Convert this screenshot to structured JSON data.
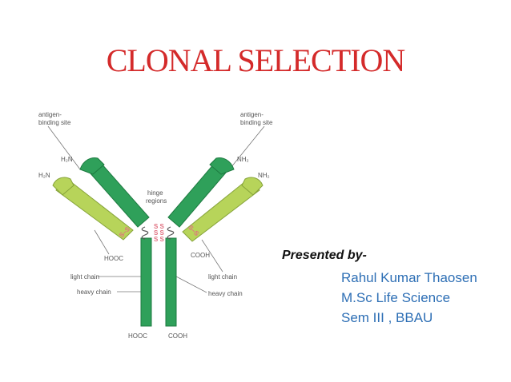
{
  "title": "CLONAL SELECTION",
  "colors": {
    "title": "#d42a2a",
    "heavy_chain": "#2fa05a",
    "heavy_chain_dark": "#1d7a40",
    "light_chain": "#b7d45a",
    "light_chain_dark": "#86a33a",
    "disulfide": "#e07080",
    "label": "#555555",
    "presenter": "#2e6fb5"
  },
  "diagram": {
    "antigen_left": [
      "antigen-",
      "binding site"
    ],
    "antigen_right": [
      "antigen-",
      "binding site"
    ],
    "h2n_heavy": "H₂N",
    "h2n_light": "H₂N",
    "nh2_heavy": "NH₂",
    "nh2_light": "NH₂",
    "hinge": [
      "hinge",
      "regions"
    ],
    "hooc_light": "HOOC",
    "cooh_light": "COOH",
    "hooc_heavy": "HOOC",
    "cooh_heavy": "COOH",
    "light_chain_left": "light chain",
    "light_chain_right": "light chain",
    "heavy_chain_left": "heavy chain",
    "heavy_chain_right": "heavy chain",
    "ss": "S–S",
    "ss_hinge": "S S"
  },
  "presenter": {
    "label": "Presented by-",
    "name": "Rahul Kumar Thaosen",
    "degree": "M.Sc Life Science",
    "sem": "Sem  III , BBAU"
  }
}
